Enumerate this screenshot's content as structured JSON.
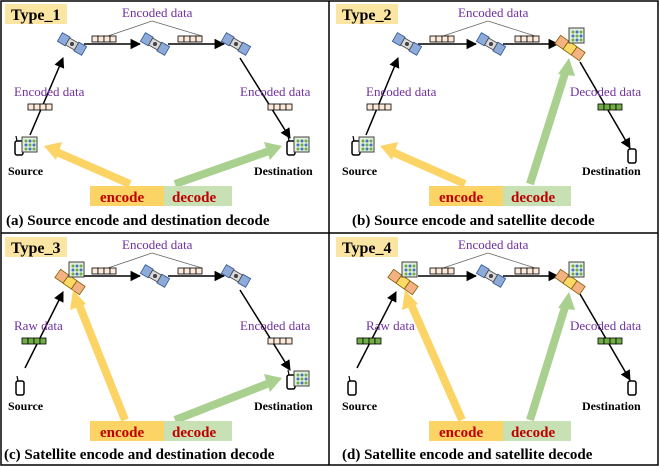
{
  "panels": [
    {
      "type_label": "Type_1",
      "caption": "(a) Source encode and destination decode",
      "top_label": "Encoded data",
      "left_label": "Encoded data",
      "right_label": "Encoded data",
      "source_label": "Source",
      "destination_label": "Destination",
      "encode_label": "encode",
      "decode_label": "decode"
    },
    {
      "type_label": "Type_2",
      "caption": "(b) Source encode and satellite decode",
      "top_label": "Encoded data",
      "left_label": "Encoded data",
      "right_label": "Decoded data",
      "source_label": "Source",
      "destination_label": "Destination",
      "encode_label": "encode",
      "decode_label": "decode"
    },
    {
      "type_label": "Type_3",
      "caption": "(c) Satellite encode and destination decode",
      "top_label": "Encoded data",
      "left_label": "Raw data",
      "right_label": "Encoded data",
      "source_label": "Source",
      "destination_label": "Destination",
      "encode_label": "encode",
      "decode_label": "decode"
    },
    {
      "type_label": "Type_4",
      "caption": "(d) Satellite encode and satellite decode",
      "top_label": "Encoded data",
      "left_label": "Raw data",
      "right_label": "Decoded data",
      "source_label": "Source",
      "destination_label": "Destination",
      "encode_label": "encode",
      "decode_label": "decode"
    }
  ],
  "colors": {
    "type_bg": "#fbe5a2",
    "encode_bg": "#fcd466",
    "decode_bg": "#c7e0b4",
    "encode_arrow": "#fcd466",
    "decode_arrow": "#a9d08e",
    "encoded_packet": "#fde9d9",
    "decoded_packet": "#70ad47",
    "text_purple": "#7030a0",
    "text_red": "#c00000"
  }
}
